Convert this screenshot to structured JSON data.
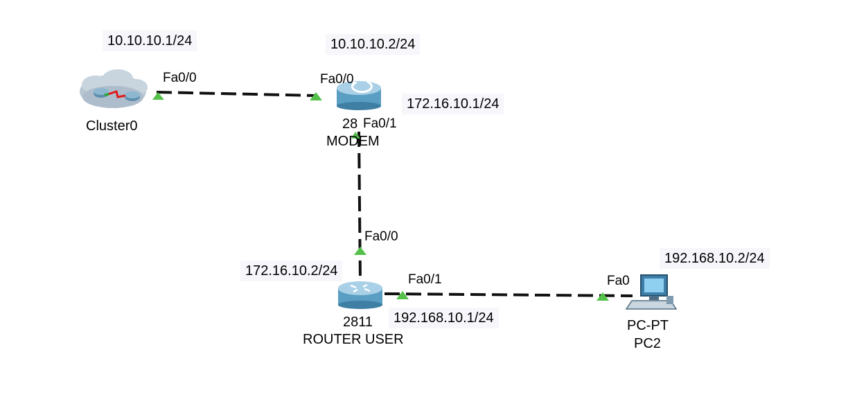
{
  "notes": {
    "cluster_ip": "10.10.10.1/24",
    "modem_ip_left": "10.10.10.2/24",
    "modem_ip_down": "172.16.10.1/24",
    "router_ip_up": "172.16.10.2/24",
    "router_ip_right": "192.168.10.1/24",
    "pc_ip": "192.168.10.2/24"
  },
  "devices": {
    "cluster": {
      "name": "Cluster0"
    },
    "modem": {
      "model": "28",
      "name": "MODEM"
    },
    "router": {
      "model": "2811",
      "name": "ROUTER USER"
    },
    "pc": {
      "model": "PC-PT",
      "name": "PC2"
    }
  },
  "ports": {
    "cluster_fa00": "Fa0/0",
    "modem_fa00": "Fa0/0",
    "modem_fa01": "Fa0/1",
    "router_fa00": "Fa0/0",
    "router_fa01": "Fa0/1",
    "pc_fa0": "Fa0"
  },
  "colors": {
    "link": "#111111",
    "port_up": "#55c04a",
    "router_body": "#5a9fc3",
    "note_bg": "#f6f6fb"
  }
}
